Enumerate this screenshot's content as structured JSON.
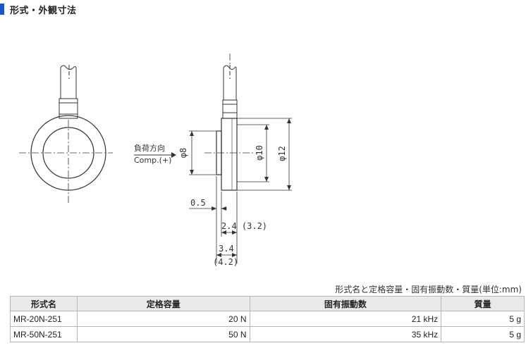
{
  "section": {
    "title": "形式・外観寸法"
  },
  "drawing": {
    "load_direction": "負荷方向",
    "comp": "Comp.(+)",
    "dims": {
      "phi8": "φ8",
      "phi10": "φ10",
      "phi12": "φ12",
      "d05": "0.5",
      "d24": "2.4 (3.2)",
      "d34": "3.4",
      "d42": "(4.2)"
    }
  },
  "table": {
    "caption": "形式名と定格容量・固有振動数・質量(単位:mm)",
    "headers": [
      "形式名",
      "定格容量",
      "固有振動数",
      "質量"
    ],
    "rows": [
      [
        "MR-20N-251",
        "20 N",
        "21 kHz",
        "5 g"
      ],
      [
        "MR-50N-251",
        "50 N",
        "35 kHz",
        "5 g"
      ]
    ]
  }
}
